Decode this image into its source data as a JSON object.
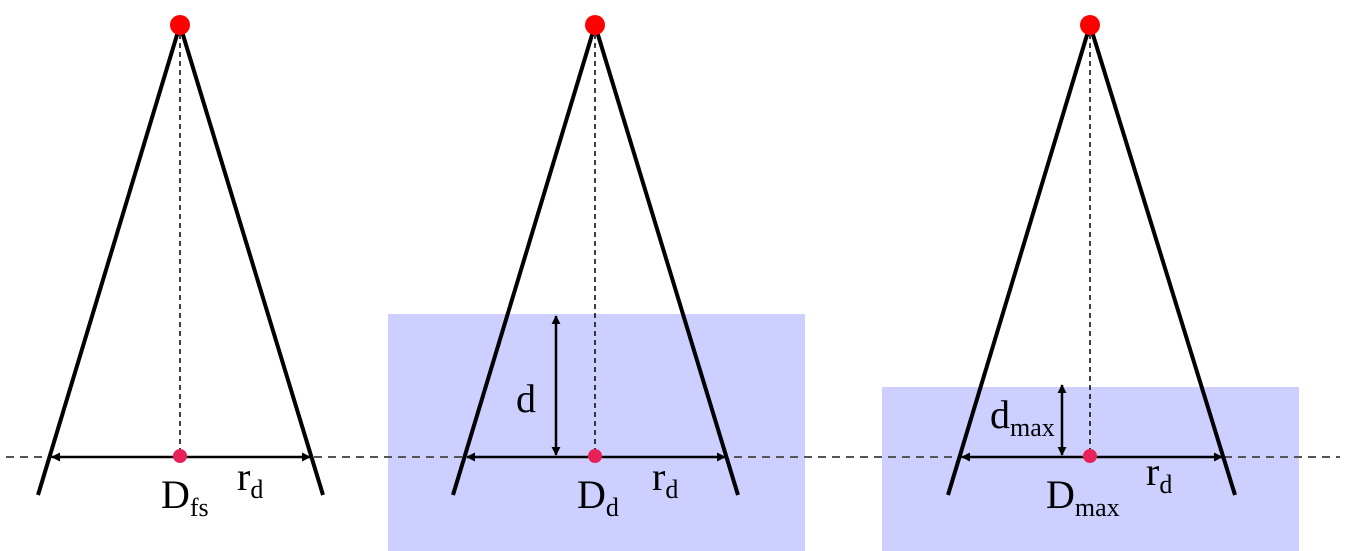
{
  "colors": {
    "water_fill": "#cccfff",
    "source_point": "#ff0000",
    "detector_point": "#e8215a",
    "lines": "#000000",
    "reference_line": "#555555"
  },
  "panels": [
    {
      "point_label": {
        "main": "D",
        "sub": "fs"
      },
      "radius_label": {
        "main": "r",
        "sub": "d"
      }
    },
    {
      "point_label": {
        "main": "D",
        "sub": "d"
      },
      "radius_label": {
        "main": "r",
        "sub": "d"
      },
      "depth_label": {
        "main": "d",
        "sub": ""
      }
    },
    {
      "point_label": {
        "main": "D",
        "sub": "max"
      },
      "radius_label": {
        "main": "r",
        "sub": "d"
      },
      "depth_label": {
        "main": "d",
        "sub": "max"
      }
    }
  ]
}
